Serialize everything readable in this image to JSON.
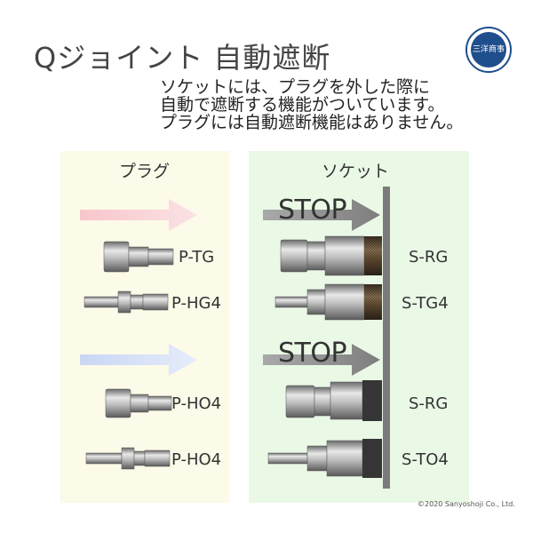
{
  "title": "Qジョイント 自動遮断",
  "logo_text": "三洋商事",
  "description": [
    "ソケットには、プラグを外した際に",
    "自動で遮断する機能がついています。",
    "プラグには自動遮断機能はありません。"
  ],
  "plug_panel": {
    "title": "プラグ",
    "items": [
      "P-TG",
      "P-HG4",
      "P-HO4",
      "P-HO4"
    ]
  },
  "socket_panel": {
    "title": "ソケット",
    "stop_labels": [
      "STOP",
      "STOP"
    ],
    "items": [
      "S-RG",
      "S-TG4",
      "S-RG",
      "S-TO4"
    ]
  },
  "copyright": "©2020 Sanyoshoji Co., Ltd.",
  "colors": {
    "plug_bg": "#fcfae8",
    "socket_bg": "#eaf8e6",
    "arrow_pink": "#f7c6cb",
    "arrow_blue": "#cfd9f5",
    "arrow_gray": "#8a8a8a",
    "wall": "#7b7b7b",
    "brand_blue": "#1f4e8c"
  }
}
